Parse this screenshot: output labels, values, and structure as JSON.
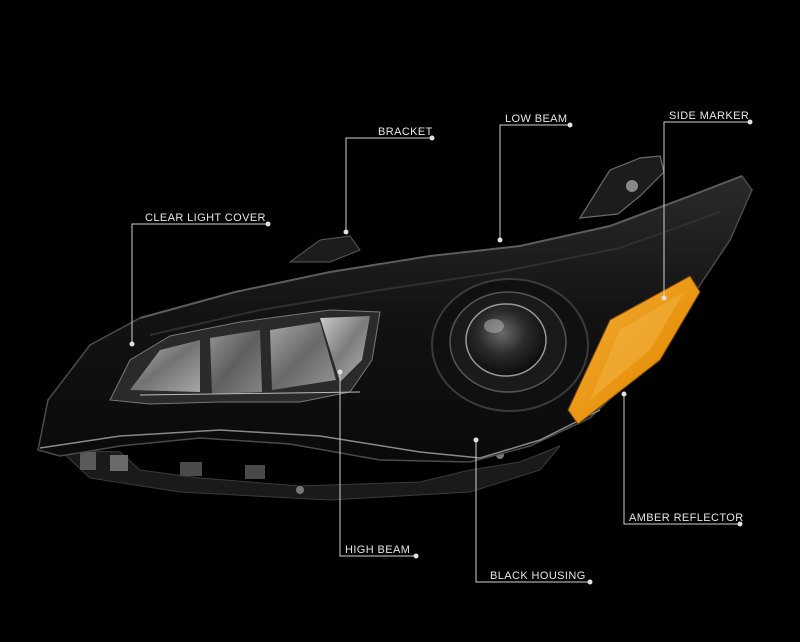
{
  "labels": {
    "bracket": "BRACKET",
    "low_beam": "LOW BEAM",
    "side_marker": "SIDE MARKER",
    "clear_light_cover": "CLEAR LIGHT COVER",
    "high_beam": "HIGH BEAM",
    "black_housing": "BLACK HOUSING",
    "amber_reflector": "AMBER REFLECTOR"
  },
  "colors": {
    "background": "#000000",
    "housing": "#141414",
    "amber": "#e8930f",
    "label": "#e6e6e6"
  }
}
